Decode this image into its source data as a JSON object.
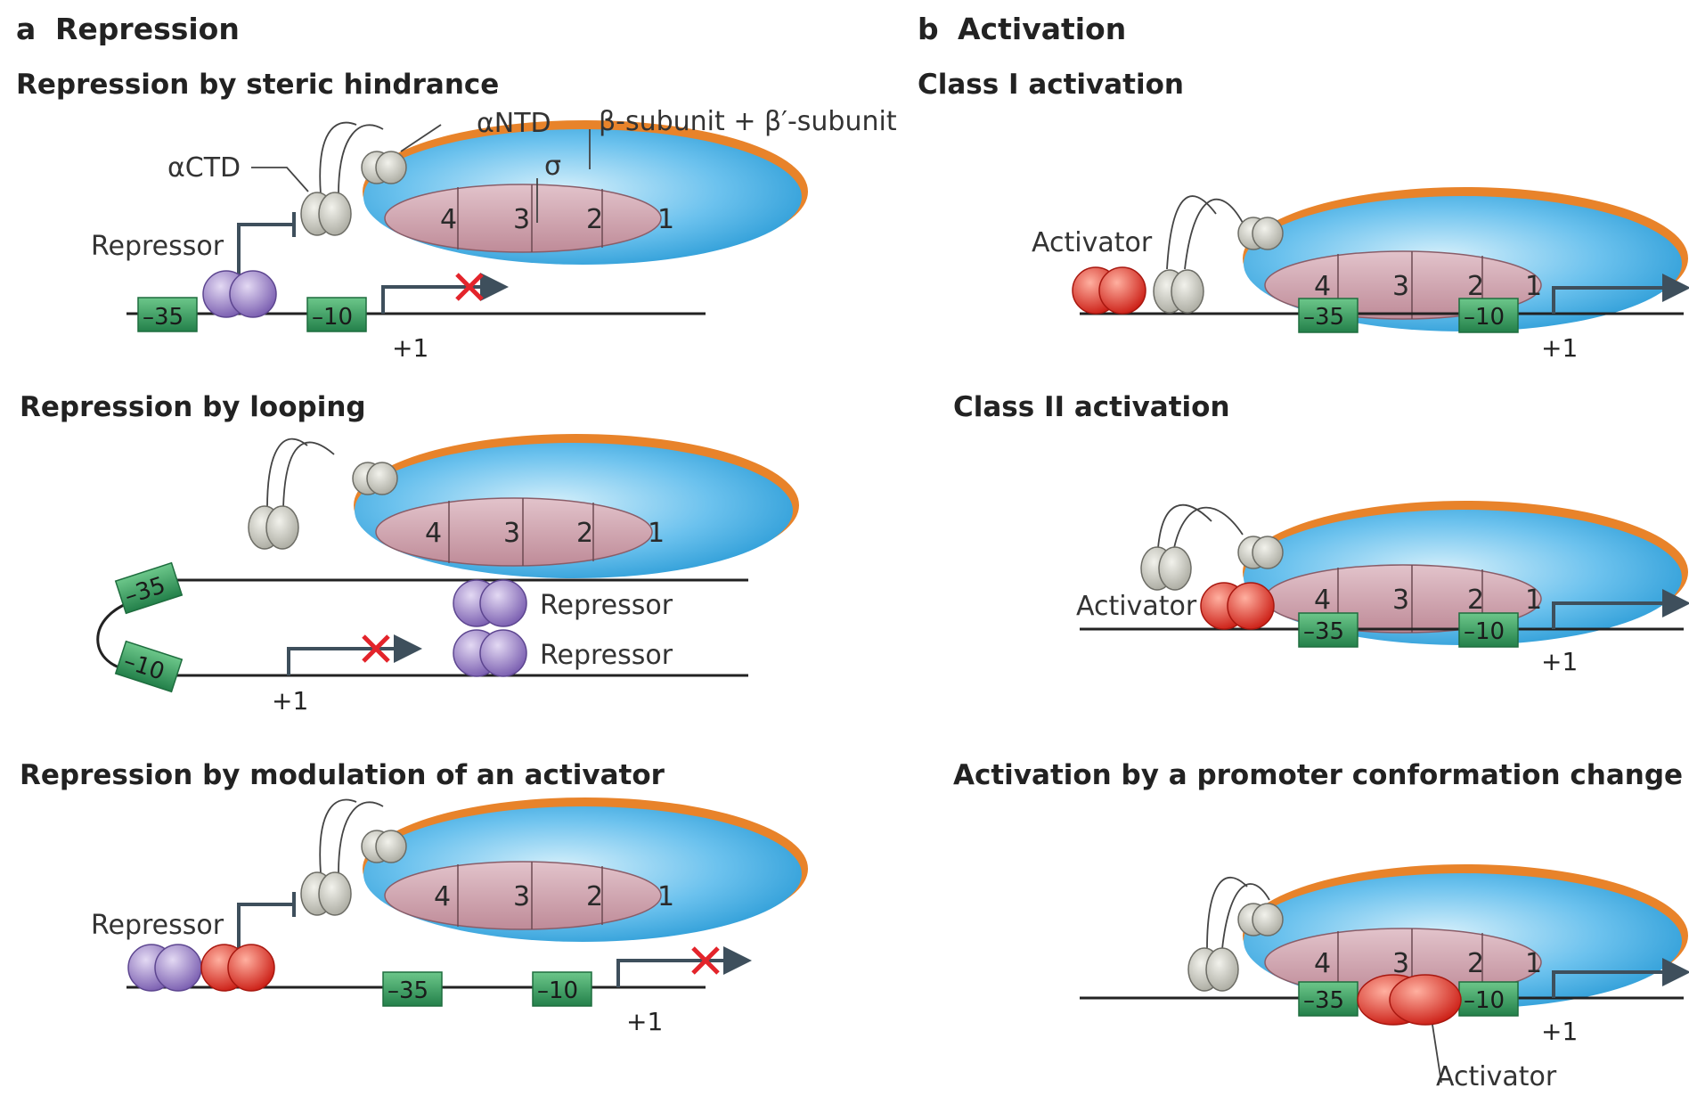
{
  "panel_a": {
    "heading_letter": "a",
    "heading": "Repression",
    "steric": {
      "title": "Repression by steric hindrance",
      "alpha_ntd": "αNTD",
      "beta": "β-subunit + β′-subunit",
      "sigma": "σ",
      "alpha_ctd": "αCTD",
      "repressor": "Repressor",
      "box35": "–35",
      "box10": "–10",
      "plus1": "+1",
      "segments": [
        "4",
        "3",
        "2",
        "1"
      ]
    },
    "looping": {
      "title": "Repression by looping",
      "box35": "–35",
      "box10": "–10",
      "repressor_top": "Repressor",
      "repressor_bottom": "Repressor",
      "plus1": "+1",
      "segments": [
        "4",
        "3",
        "2",
        "1"
      ]
    },
    "modulation": {
      "title": "Repression by modulation of an activator",
      "repressor": "Repressor",
      "box35": "–35",
      "box10": "–10",
      "plus1": "+1",
      "segments": [
        "4",
        "3",
        "2",
        "1"
      ]
    }
  },
  "panel_b": {
    "heading_letter": "b",
    "heading": "Activation",
    "class1": {
      "title": "Class I activation",
      "activator": "Activator",
      "box35": "–35",
      "box10": "–10",
      "plus1": "+1",
      "segments": [
        "4",
        "3",
        "2",
        "1"
      ]
    },
    "class2": {
      "title": "Class II activation",
      "activator": "Activator",
      "box35": "–35",
      "box10": "–10",
      "plus1": "+1",
      "segments": [
        "4",
        "3",
        "2",
        "1"
      ]
    },
    "conformation": {
      "title": "Activation by a promoter conformation change",
      "activator": "Activator",
      "box35": "–35",
      "box10": "–10",
      "plus1": "+1",
      "segments": [
        "4",
        "3",
        "2",
        "1"
      ]
    }
  },
  "colors": {
    "core_blue": "#4db3e8",
    "core_orange": "#e8832a",
    "sigma_pink": "#c99aa6",
    "alpha_grey": "#c9c9bf",
    "repressor_purple": "#9b82c4",
    "activator_red": "#e0382e",
    "box_green": "#3a9a5a",
    "arrow_slate": "#3e4f5c",
    "mark_red": "#e3242b"
  }
}
